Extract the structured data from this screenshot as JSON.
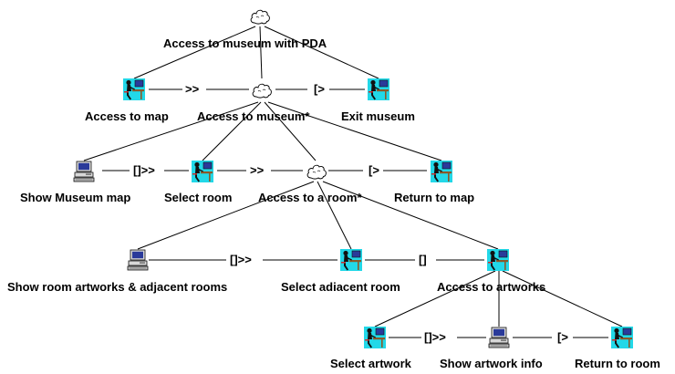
{
  "nodes": {
    "root": {
      "label": "Access to museum with PDA",
      "icon": "cloud-icon"
    },
    "access_map": {
      "label": "Access to map",
      "icon": "user-interaction-icon"
    },
    "access_museum": {
      "label": "Access to museum*",
      "icon": "cloud-icon"
    },
    "exit_museum": {
      "label": "Exit museum",
      "icon": "user-interaction-icon"
    },
    "show_map": {
      "label": "Show Museum map",
      "icon": "computer-icon"
    },
    "select_room": {
      "label": "Select room",
      "icon": "user-interaction-icon"
    },
    "access_room": {
      "label": "Access to a room*",
      "icon": "cloud-icon"
    },
    "return_map": {
      "label": "Return to map",
      "icon": "user-interaction-icon"
    },
    "show_artworks": {
      "label": "Show room artworks & adjacent rooms",
      "icon": "computer-icon"
    },
    "select_adjacent": {
      "label": "Select adiacent room",
      "icon": "user-interaction-icon"
    },
    "access_artworks": {
      "label": "Access to artworks",
      "icon": "user-interaction-icon"
    },
    "select_artwork": {
      "label": "Select artwork",
      "icon": "user-interaction-icon"
    },
    "show_info": {
      "label": "Show artwork info",
      "icon": "computer-icon"
    },
    "return_room": {
      "label": "Return to room",
      "icon": "user-interaction-icon"
    }
  },
  "operators": {
    "enabling": ">>",
    "disabling": "[>",
    "enabling_info": "[]>>",
    "choice": "[]"
  },
  "colors": {
    "cyan_bg": "#22d8e8",
    "figure": "#111111",
    "desk": "#8a5a2a",
    "screen": "#2a3a9a",
    "computer_body": "#d8d8d8"
  }
}
